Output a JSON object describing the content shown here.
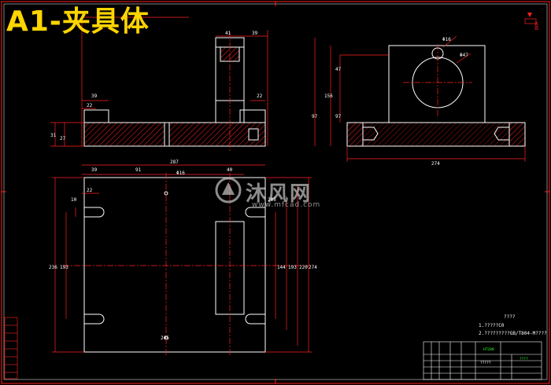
{
  "title": "A1-夹具体",
  "watermark": {
    "brand": "沐风网",
    "url": "www.mfcad.com"
  },
  "colors": {
    "background": "#000000",
    "outline": "#ffffff",
    "dimension": "#ff2020",
    "title": "#ffd400",
    "center_line": "#ff2020",
    "hatch": "#ff2020",
    "border": "#ff2020"
  },
  "corner_note": "表面",
  "dimensions": {
    "front_view": [
      "41",
      "39",
      "39",
      "22",
      "22",
      "97",
      "31",
      "27"
    ],
    "side_view": [
      "Φ16",
      "Φ47",
      "47",
      "156",
      "97",
      "274"
    ],
    "top_view": [
      "287",
      "39",
      "91",
      "40",
      "Φ16",
      "22",
      "10",
      "236",
      "193",
      "2Φ5",
      "144",
      "193",
      "220",
      "274",
      "2Φ5"
    ]
  },
  "notes": {
    "heading": "????",
    "line1": "1.?????C0",
    "line2": "2.?????????GB/T804-M????"
  },
  "title_block": {
    "material": "HT200",
    "company": "?????",
    "drawing": "????"
  }
}
